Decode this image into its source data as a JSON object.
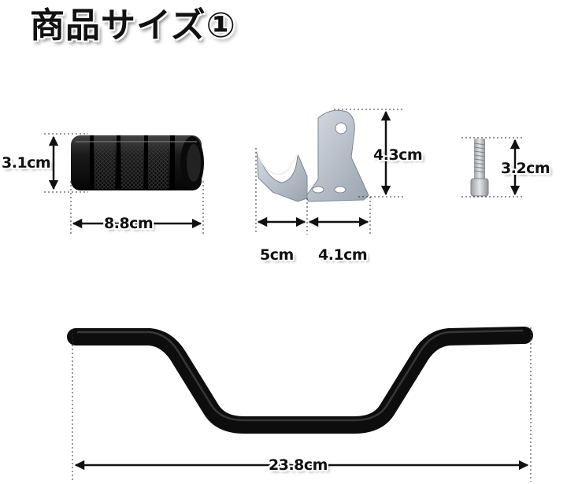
{
  "title": "商品サイズ①",
  "labels": {
    "grip_height": "3.1cm",
    "grip_length": "8.8cm",
    "bracket_height": "4.3cm",
    "bracket_width_left": "5cm",
    "bracket_width_right": "4.1cm",
    "bolt_length": "3.2cm",
    "bar_width": "23.8cm"
  },
  "colors": {
    "grip": "#111111",
    "bracket": "#b9c1cc",
    "bolt": "#c3c6cb",
    "handlebar": "#0d0d0d",
    "guide_lines": "#222222"
  }
}
